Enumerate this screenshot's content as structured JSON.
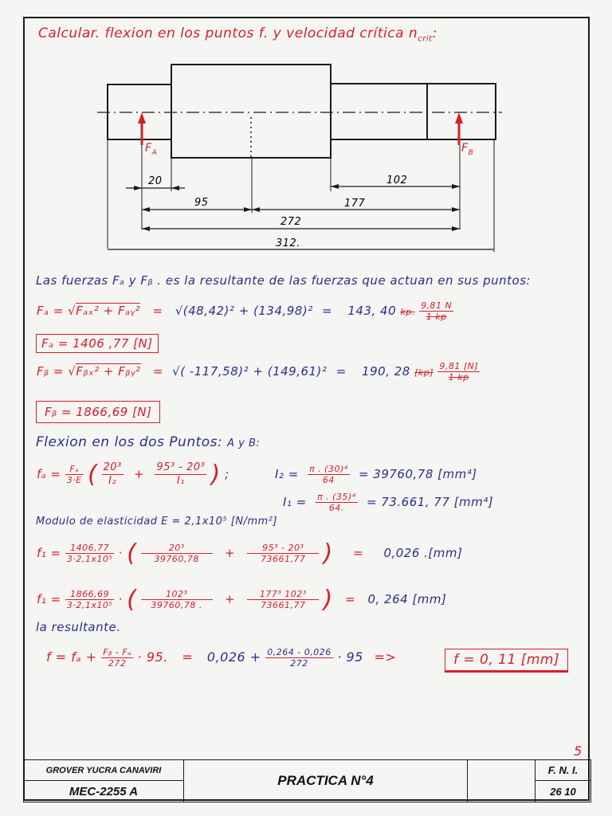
{
  "document": {
    "task_statement": "Calcular. flexion en los puntos f. y velocidad crítica n",
    "task_statement_sub": "crit",
    "task_statement_end": ":"
  },
  "diagram": {
    "force_a_label": "F",
    "force_a_sub": "A",
    "force_b_label": "F",
    "force_b_sub": "B",
    "dimensions": {
      "d20": "20",
      "d102": "102",
      "d95": "95",
      "d177": "177",
      "d272": "272",
      "d312": "312."
    }
  },
  "forces": {
    "intro": "Las fuerzas  Fₐ y Fᵦ . es la resultante de las fuerzas que actuan en sus puntos:",
    "fa_lhs": "Fₐ = √",
    "fa_radicand": "Fₐₓ² + Fₐᵧ²",
    "fa_eq": "=",
    "fa_values": "√(48,42)² + (134,98)²",
    "fa_eq2": "=",
    "fa_result_kp": "143, 40",
    "fa_unit_kp": "kp.",
    "fa_conv_num": "9,81 N",
    "fa_conv_den": "1 kp",
    "fa_final": "Fₐ = 1406 ,77 [N]",
    "fb_lhs": "Fᵦ = √",
    "fb_radicand": "Fᵦₓ² + Fᵦᵧ²",
    "fb_eq": "=",
    "fb_values": "√( -117,58)² + (149,61)²",
    "fb_eq2": "=",
    "fb_result_kp": "190, 28",
    "fb_unit_kp": "[kp]",
    "fb_conv_num": "9,81 [N]",
    "fb_conv_den": "1 kp",
    "fb_final": "Fᵦ = 1866,69 [N]"
  },
  "flexion": {
    "heading": "Flexion en los dos Puntos:",
    "heading_points": "A y B:",
    "formula_lhs": "fₐ =",
    "formula_coef_num": "Fₐ",
    "formula_coef_den": "3·E",
    "term1_num": "20³",
    "term1_den": "I₂",
    "plus": "+",
    "term2_num": "95³ - 20³",
    "term2_den": "I₁",
    "separator": ";",
    "i2_lhs": "I₂ =",
    "i2_num": "π . (30)⁴",
    "i2_den": "64",
    "i2_result": "= 39760,78 [mm⁴]",
    "i1_lhs": "I₁ =",
    "i1_num": "π . (35)⁴",
    "i1_den": "64.",
    "i1_result": "= 73.661, 77 [mm⁴]",
    "modulus_label": "Modulo de elasticidad",
    "modulus_value": "E = 2,1x10⁵ [N/mm²]"
  },
  "calc_a": {
    "lhs": "f₁ =",
    "coef_num": "1406,77",
    "coef_den": "3·2,1x10⁵",
    "dot": "·",
    "t1_num": "20³",
    "t1_den": "39760,78",
    "plus": "+",
    "t2_num": "95³ - 20³",
    "t2_den": "73661,77",
    "eq": "=",
    "result": "0,026 .[mm]"
  },
  "calc_b": {
    "lhs": "f₁ =",
    "coef_num": "1866,69",
    "coef_den": "3·2,1x10⁵",
    "dot": "·",
    "t1_num": "102³",
    "t1_den": "39760,78 .",
    "plus": "+",
    "t2_num": "177³  102³",
    "t2_den": "73661,77",
    "eq": "=",
    "result": "0, 264 [mm]"
  },
  "resultant": {
    "heading": "la resultante.",
    "lhs": "f = fₐ +",
    "frac_num": "Fᵦ - Fₐ",
    "frac_den": "272",
    "times_95": "· 95.",
    "eq": "=",
    "v1": "0,026 +",
    "v_frac_num": "0,264 - 0,026",
    "v_frac_den": "272",
    "v_times": "· 95",
    "arrow": "=>",
    "final": "f = 0, 11 [mm]"
  },
  "title_block": {
    "page_number": "5",
    "author": "GROVER YUCRA CANAVIRI",
    "course": "MEC-2255 A",
    "title": "PRACTICA N°4",
    "faculty": "F. N. I.",
    "date": "26 10"
  },
  "colors": {
    "red_ink": "#d4202a",
    "blue_ink": "#2a2f8a",
    "black_ink": "#1a1a1a",
    "paper": "#f5f5f3"
  }
}
